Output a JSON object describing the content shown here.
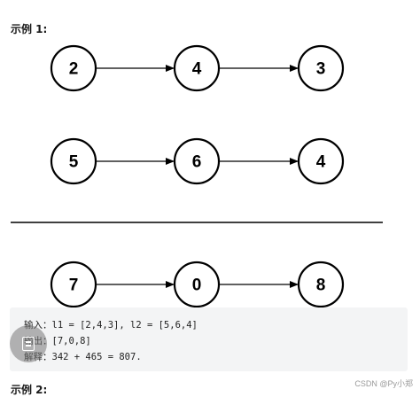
{
  "heading_example1": "示例 1:",
  "heading_example2": "示例 2:",
  "lists": [
    {
      "nodes": [
        "2",
        "4",
        "3"
      ]
    },
    {
      "nodes": [
        "5",
        "6",
        "4"
      ]
    },
    {
      "nodes": [
        "7",
        "0",
        "8"
      ]
    }
  ],
  "code": {
    "input": "输入：l1 = [2,4,3], l2 = [5,6,4]",
    "output": "输出：[7,0,8]",
    "explain": "解释：342 + 465 = 807."
  },
  "watermark": "CSDN @Py小郑",
  "icons": {
    "overlay_badge": "document-icon"
  }
}
